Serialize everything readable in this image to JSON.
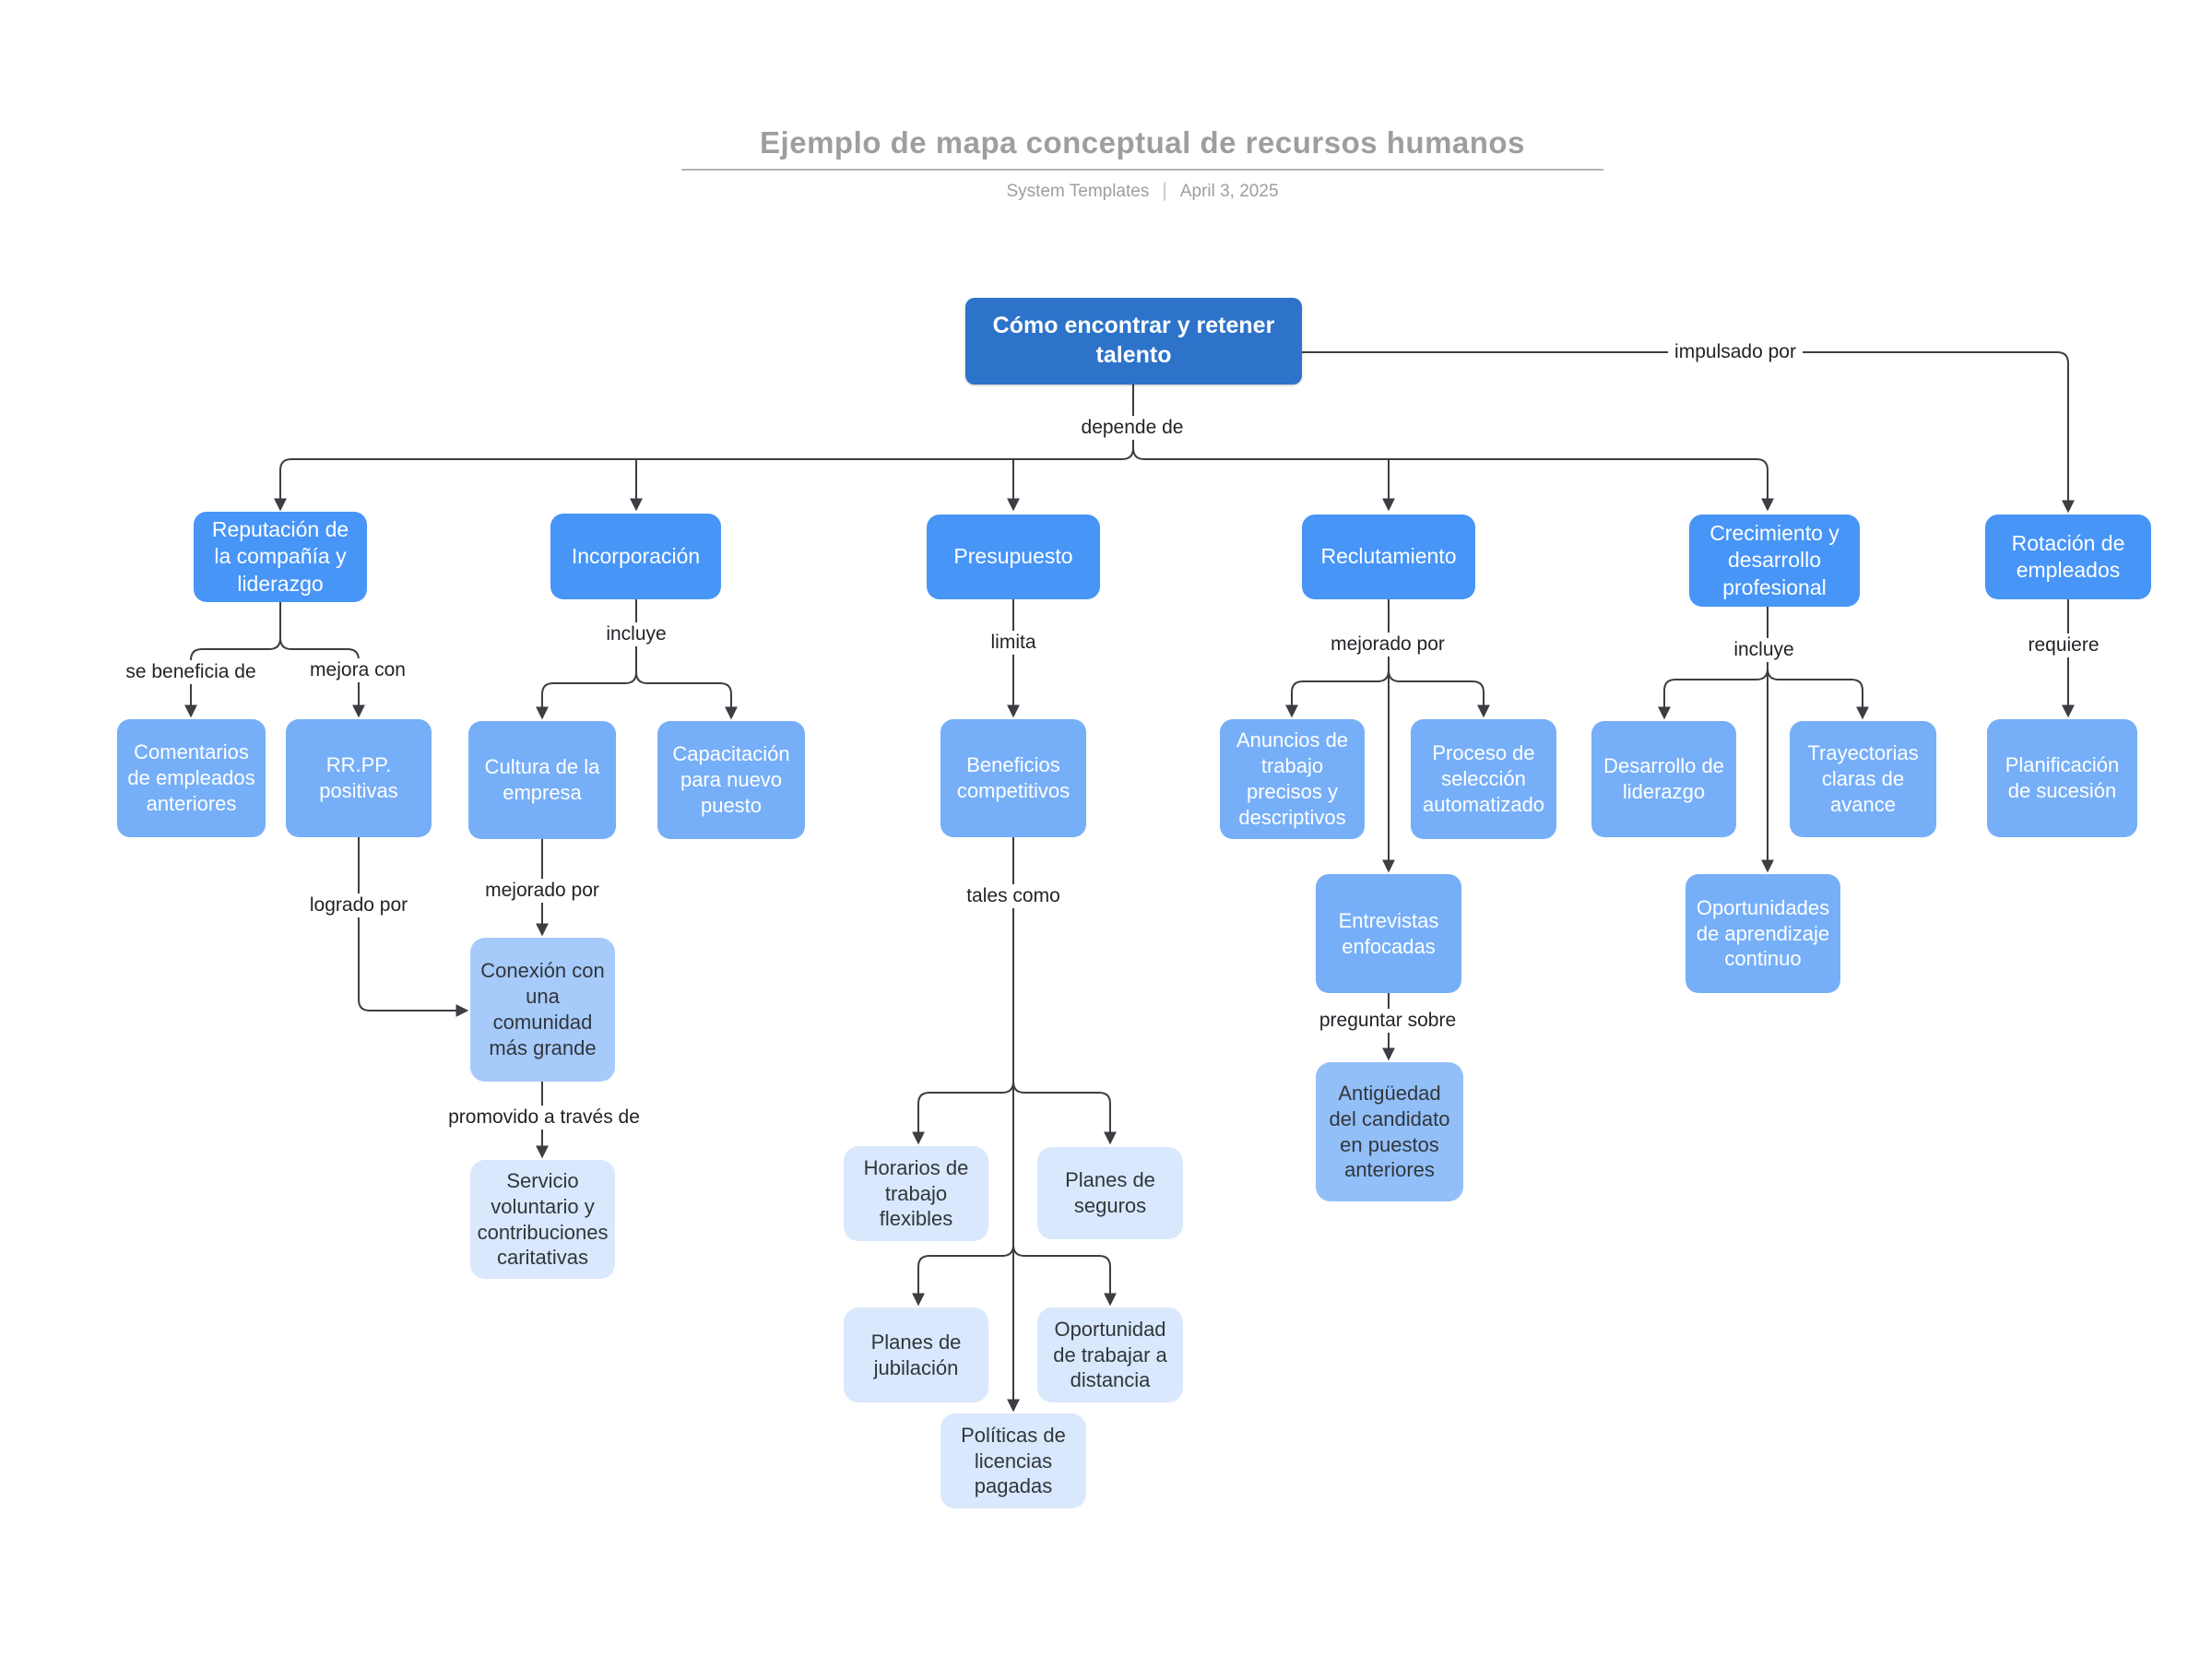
{
  "header": {
    "title": "Ejemplo de mapa conceptual de recursos humanos",
    "source": "System Templates",
    "separator": "|",
    "date": "April 3, 2025"
  },
  "palette": {
    "root_bg": "#2d73ca",
    "level1_bg": "#4795f7",
    "level2_bg": "#76aff8",
    "mid_bg": "#a6cafa",
    "mid2_bg": "#93bff8",
    "light_bg": "#d9e8fc",
    "line": "#3b3e42",
    "title_gray": "#9e9e9e"
  },
  "nodes": [
    {
      "id": "root",
      "label": "Cómo encontrar y retener talento"
    },
    {
      "id": "reputacion",
      "label": "Reputación de la compañía y liderazgo"
    },
    {
      "id": "incorporacion",
      "label": "Incorporación"
    },
    {
      "id": "presupuesto",
      "label": "Presupuesto"
    },
    {
      "id": "reclutamiento",
      "label": "Reclutamiento"
    },
    {
      "id": "crecimiento",
      "label": "Crecimiento y desarrollo profesional"
    },
    {
      "id": "rotacion",
      "label": "Rotación de empleados"
    },
    {
      "id": "comentarios",
      "label": "Comentarios de empleados anteriores"
    },
    {
      "id": "rrpp",
      "label": "RR.PP. positivas"
    },
    {
      "id": "cultura",
      "label": "Cultura de la empresa"
    },
    {
      "id": "capacitacion",
      "label": "Capacitación para nuevo puesto"
    },
    {
      "id": "beneficios",
      "label": "Beneficios competitivos"
    },
    {
      "id": "anuncios",
      "label": "Anuncios de trabajo precisos y descriptivos"
    },
    {
      "id": "proceso",
      "label": "Proceso de selección automatizado"
    },
    {
      "id": "desarrollo",
      "label": "Desarrollo de liderazgo"
    },
    {
      "id": "trayectorias",
      "label": "Trayectorias claras de avance"
    },
    {
      "id": "planificacion",
      "label": "Planificación de sucesión"
    },
    {
      "id": "entrevistas",
      "label": "Entrevistas enfocadas"
    },
    {
      "id": "oportunidades",
      "label": "Oportunidades de aprendizaje continuo"
    },
    {
      "id": "conexion",
      "label": "Conexión con una comunidad más grande"
    },
    {
      "id": "antiguedad",
      "label": "Antigüedad del candidato en puestos anteriores"
    },
    {
      "id": "servicio",
      "label": "Servicio voluntario y contribuciones caritativas"
    },
    {
      "id": "horarios",
      "label": "Horarios de trabajo flexibles"
    },
    {
      "id": "seguros",
      "label": "Planes de seguros"
    },
    {
      "id": "jubilacion",
      "label": "Planes de jubilación"
    },
    {
      "id": "distancia",
      "label": "Oportunidad de trabajar a distancia"
    },
    {
      "id": "politicas",
      "label": "Políticas de licencias pagadas"
    }
  ],
  "edge_labels": [
    {
      "text": "depende de"
    },
    {
      "text": "se beneficia de"
    },
    {
      "text": "mejora con"
    },
    {
      "text": "incluye"
    },
    {
      "text": "limita"
    },
    {
      "text": "mejorado por"
    },
    {
      "text": "incluye"
    },
    {
      "text": "requiere"
    },
    {
      "text": "impulsado por"
    },
    {
      "text": "logrado por"
    },
    {
      "text": "mejorado por"
    },
    {
      "text": "promovido a través de"
    },
    {
      "text": "tales como"
    },
    {
      "text": "preguntar sobre"
    }
  ]
}
